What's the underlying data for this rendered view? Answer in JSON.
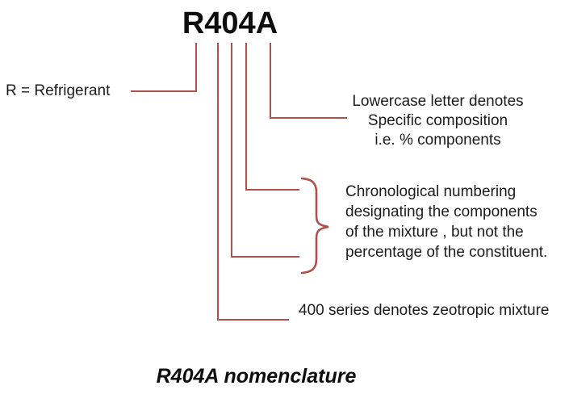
{
  "diagram": {
    "title": "R404A",
    "caption": "R404A nomenclature",
    "refrigerant_label": "R = Refrigerant",
    "lowercase_note": {
      "line1": "Lowercase letter denotes",
      "line2": "Specific composition",
      "line3": "i.e. % components"
    },
    "chronological_note": {
      "line1": "Chronological numbering",
      "line2": "designating the  components",
      "line3": "of the mixture , but not the",
      "line4": "percentage of the constituent."
    },
    "series_note": "400 series denotes zeotropic mixture",
    "colors": {
      "connector": "#b0504d",
      "text": "#1c1c1c"
    }
  }
}
